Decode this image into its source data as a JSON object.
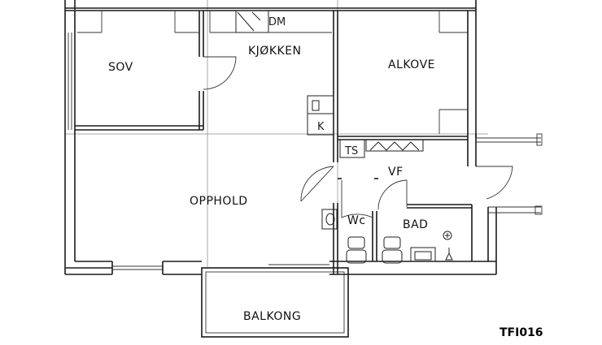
{
  "rooms": {
    "sov": "SOV",
    "kjokken": "KJØKKEN",
    "alkove": "ALKOVE",
    "opphold": "OPPHOLD",
    "vf": "VF",
    "wc": "Wc",
    "bad": "BAD",
    "balkong": "BALKONG"
  },
  "fixtures": {
    "dm": "DM",
    "k": "K",
    "ts": "TS"
  },
  "plan_code": "TFI016"
}
